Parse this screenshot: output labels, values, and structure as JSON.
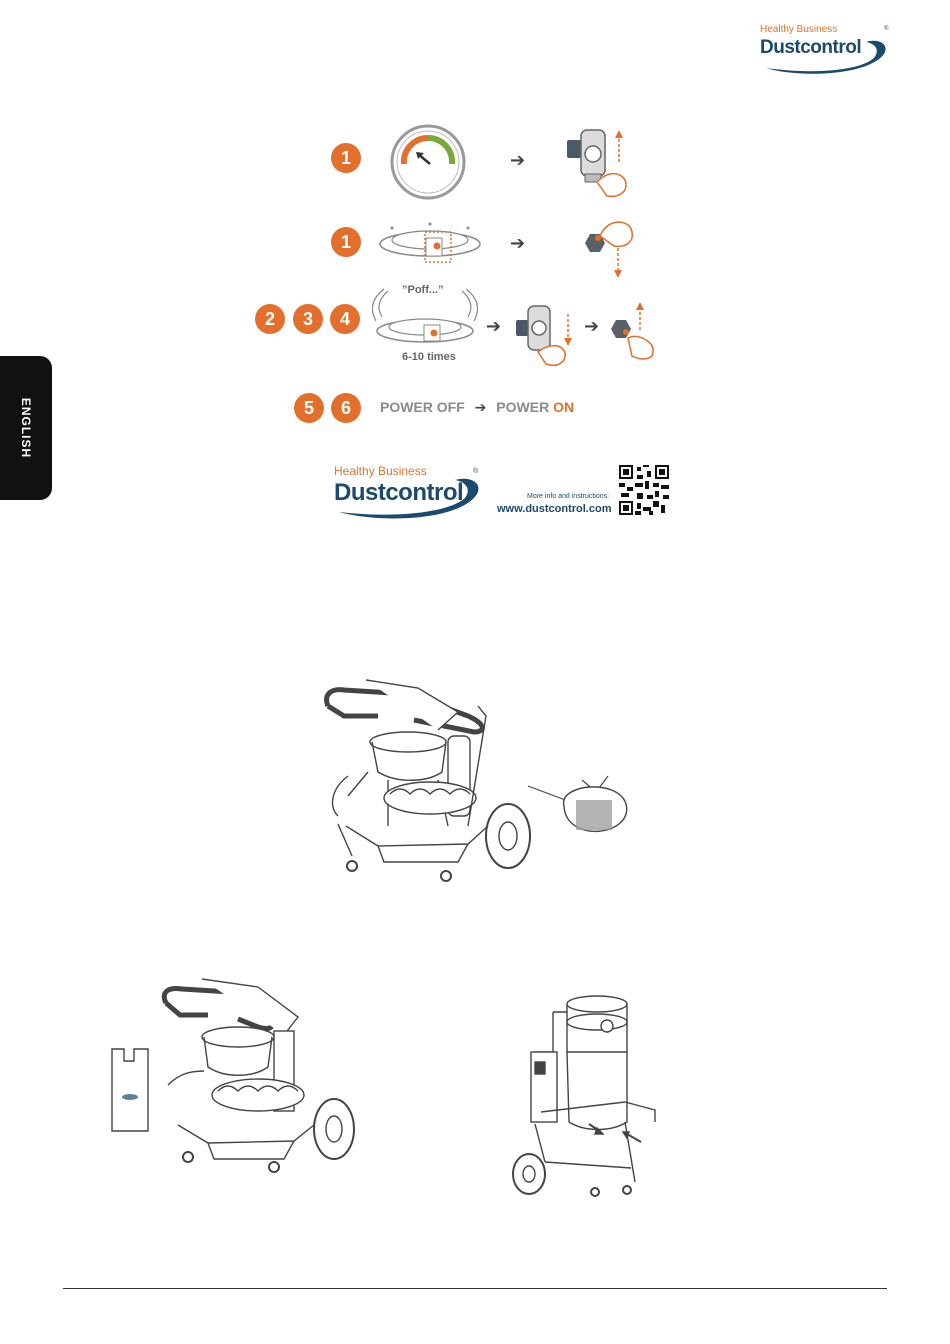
{
  "side_tab": {
    "label": "ENGLISH"
  },
  "brand": {
    "tagline": "Healthy Business",
    "name": "Dustcontrol",
    "registered": "®"
  },
  "steps": {
    "row1": {
      "badge": "1"
    },
    "row2": {
      "badge": "1"
    },
    "row3": {
      "badges": [
        "2",
        "3",
        "4"
      ],
      "sound": "”Poff...”",
      "repeat": "6-10 times"
    },
    "row4": {
      "badges": [
        "5",
        "6"
      ],
      "power_off": "POWER OFF",
      "power_prefix": "POWER ",
      "power_on": "ON"
    },
    "arrow_glyph": "➔"
  },
  "info": {
    "more": "More info and instructions:",
    "url": "www.dustcontrol.com"
  },
  "colors": {
    "accent": "#e36f2c",
    "brand_blue": "#1a4a6e",
    "gauge_green": "#7aa83a",
    "text_gray": "#8a8a8a"
  },
  "icons": [
    "gauge-icon",
    "valve-hand-icon",
    "filter-housing-icon",
    "hex-nut-hand-icon",
    "qr-code-icon"
  ]
}
